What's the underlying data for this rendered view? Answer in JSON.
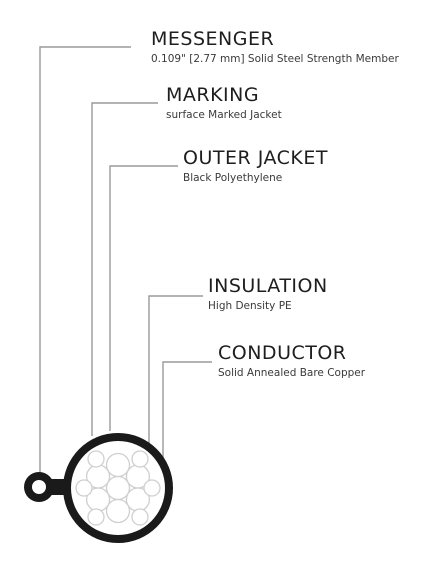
{
  "labels": [
    {
      "title": "MESSENGER",
      "description": "0.109\" [2.77 mm] Solid Steel Strength Member"
    },
    {
      "title": "MARKING",
      "description": "surface Marked Jacket"
    },
    {
      "title": "OUTER JACKET",
      "description": "Black Polyethylene"
    },
    {
      "title": "INSULATION",
      "description": "High Density PE"
    },
    {
      "title": "CONDUCTOR",
      "description": "Solid Annealed Bare Copper"
    }
  ],
  "colors": {
    "line": "#9a9a9a",
    "outline": "#1a1a1a",
    "strands": "#d0d0d0",
    "text": "#1e1e1e"
  }
}
